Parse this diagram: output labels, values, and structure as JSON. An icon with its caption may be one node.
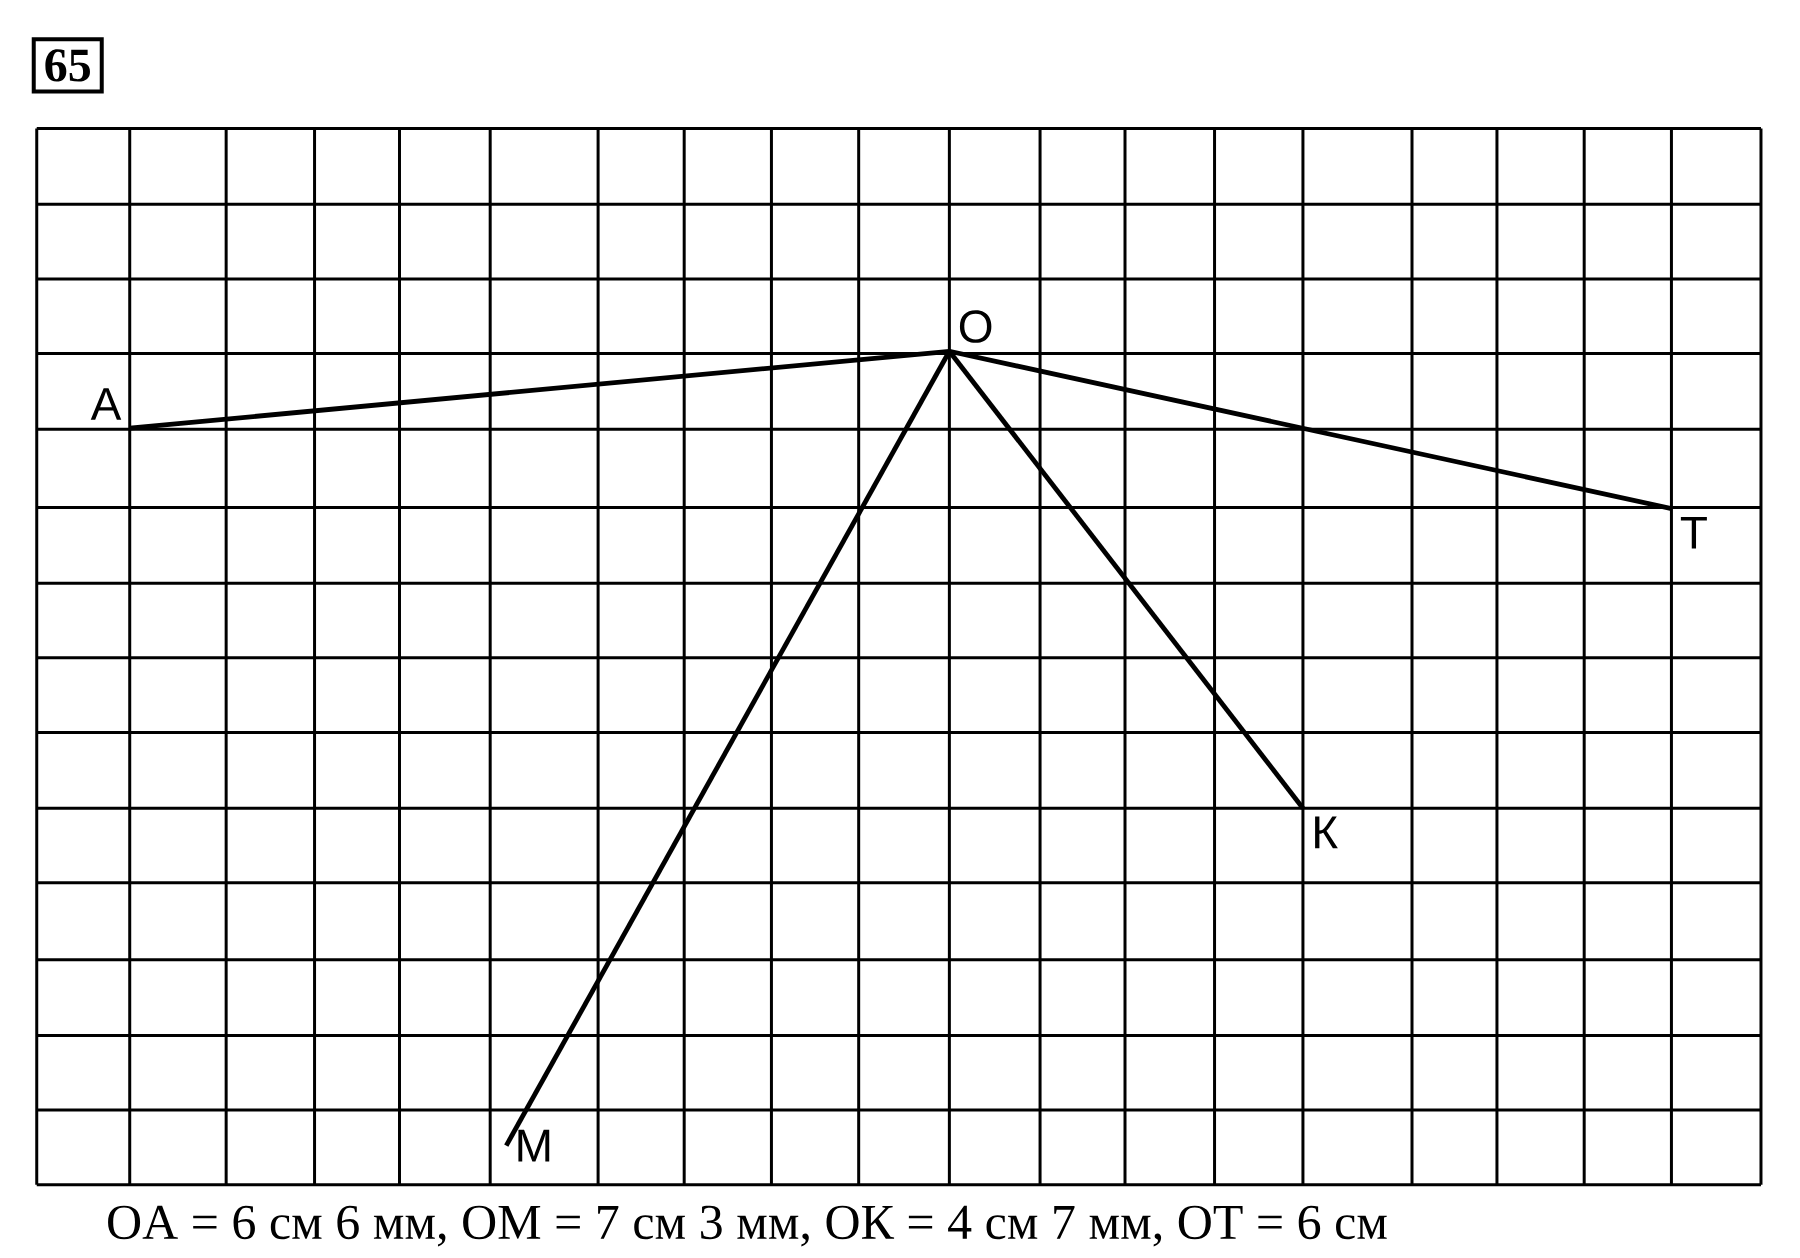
{
  "diagram": {
    "nodes": [
      {
        "text": [
          "O"
        ]
      },
      {
        "text": [
          "A"
        ]
      },
      {
        "text": [
          "T"
        ]
      },
      {
        "text": [
          "К"
        ]
      },
      {
        "text": [
          "M"
        ]
      }
    ],
    "edges": [
      {
        "from": 0,
        "to": 1,
        "arrow": "none"
      },
      {
        "from": 0,
        "to": 2,
        "arrow": "none"
      },
      {
        "from": 0,
        "to": 3,
        "arrow": "none"
      },
      {
        "from": 0,
        "to": 4,
        "arrow": "none"
      }
    ],
    "labels": [
      "65",
      "OA = 6 см 6 мм, OM = 7 см 3 мм, OК = 4 см 7 мм, OT = 6 см"
    ]
  }
}
